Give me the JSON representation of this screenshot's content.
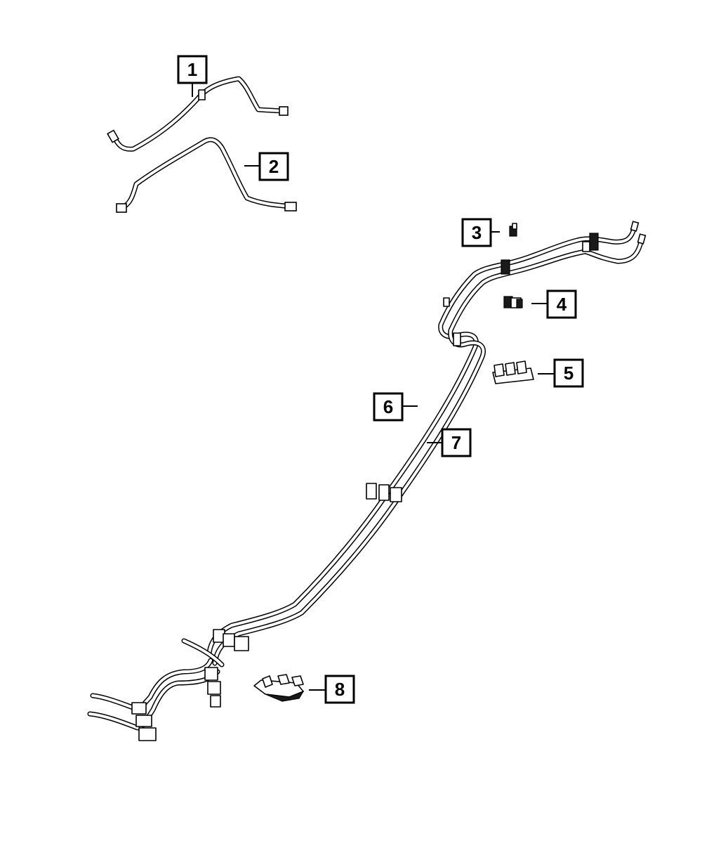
{
  "callouts": [
    {
      "id": "1",
      "label": "1",
      "part": "tube-upper"
    },
    {
      "id": "2",
      "label": "2",
      "part": "tube-lower"
    },
    {
      "id": "3",
      "label": "3",
      "part": "push-pin"
    },
    {
      "id": "4",
      "label": "4",
      "part": "retainer"
    },
    {
      "id": "5",
      "label": "5",
      "part": "triple-clip"
    },
    {
      "id": "6",
      "label": "6",
      "part": "long-tube-a"
    },
    {
      "id": "7",
      "label": "7",
      "part": "long-tube-b"
    },
    {
      "id": "8",
      "label": "8",
      "part": "bracket-clip"
    }
  ],
  "colors": {
    "line": "#000000",
    "background": "#ffffff"
  }
}
